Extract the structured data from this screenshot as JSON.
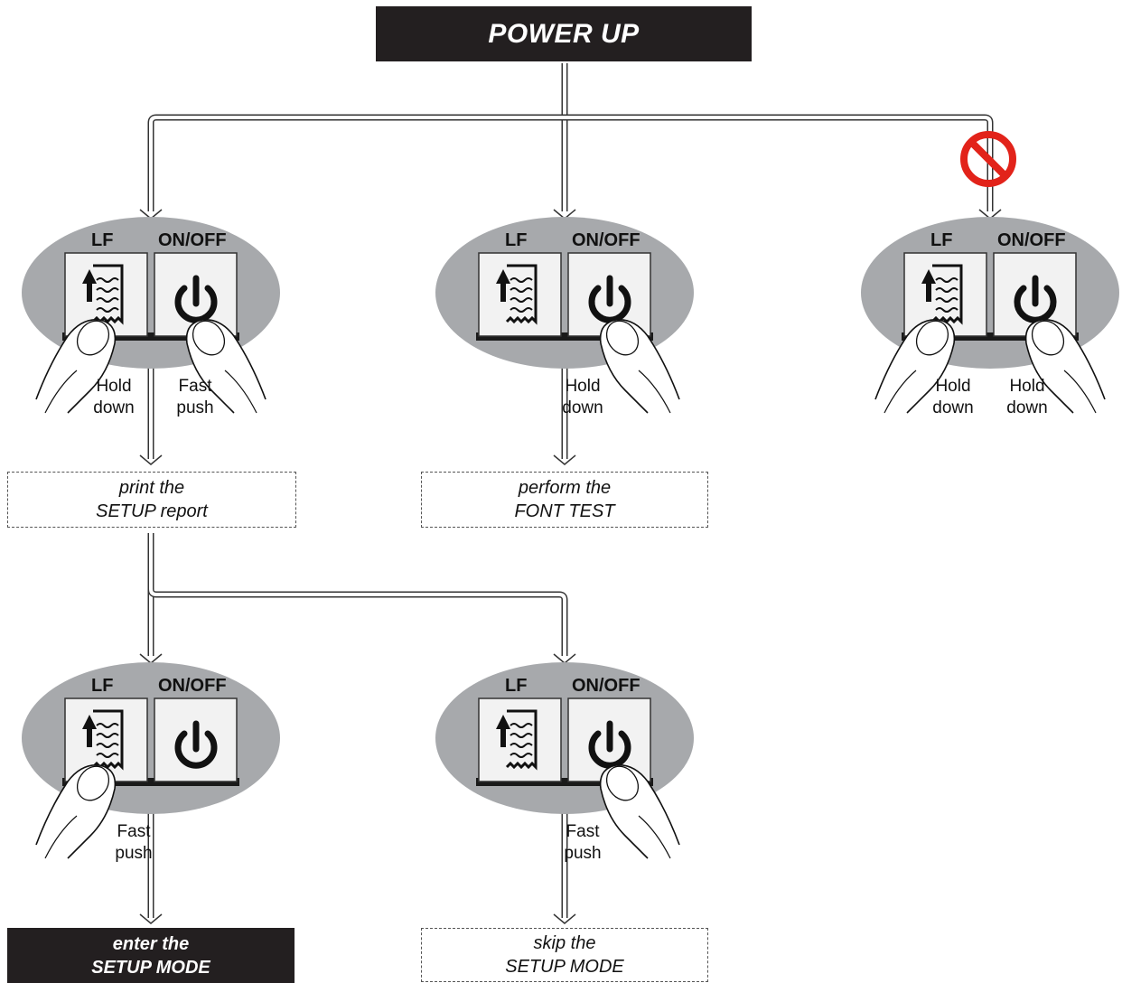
{
  "title": "POWER UP",
  "panels": [
    {
      "lf_label": "LF",
      "onoff_label": "ON/OFF",
      "left_action": [
        "Hold",
        "down"
      ],
      "right_action": [
        "Fast",
        "push"
      ]
    },
    {
      "lf_label": "LF",
      "onoff_label": "ON/OFF",
      "right_action": [
        "Hold",
        "down"
      ]
    },
    {
      "lf_label": "LF",
      "onoff_label": "ON/OFF",
      "left_action": [
        "Hold",
        "down"
      ],
      "right_action": [
        "Hold",
        "down"
      ],
      "prohibited": true
    },
    {
      "lf_label": "LF",
      "onoff_label": "ON/OFF",
      "left_action": [
        "Fast",
        "push"
      ]
    },
    {
      "lf_label": "LF",
      "onoff_label": "ON/OFF",
      "right_action": [
        "Fast",
        "push"
      ]
    }
  ],
  "outcomes": {
    "setup_report": [
      "print the",
      "SETUP report"
    ],
    "font_test": [
      "perform the",
      "FONT TEST"
    ],
    "enter_setup": [
      "enter the",
      "SETUP MODE"
    ],
    "skip_setup": [
      "skip the",
      "SETUP MODE"
    ]
  },
  "colors": {
    "panel_oval": "#a7a9ac",
    "title_bg": "#231f20",
    "prohibited": "#e2231a",
    "key_face": "#f2f2f2"
  },
  "icons": [
    "line-feed-icon",
    "power-icon",
    "prohibited-icon",
    "finger-icon"
  ]
}
